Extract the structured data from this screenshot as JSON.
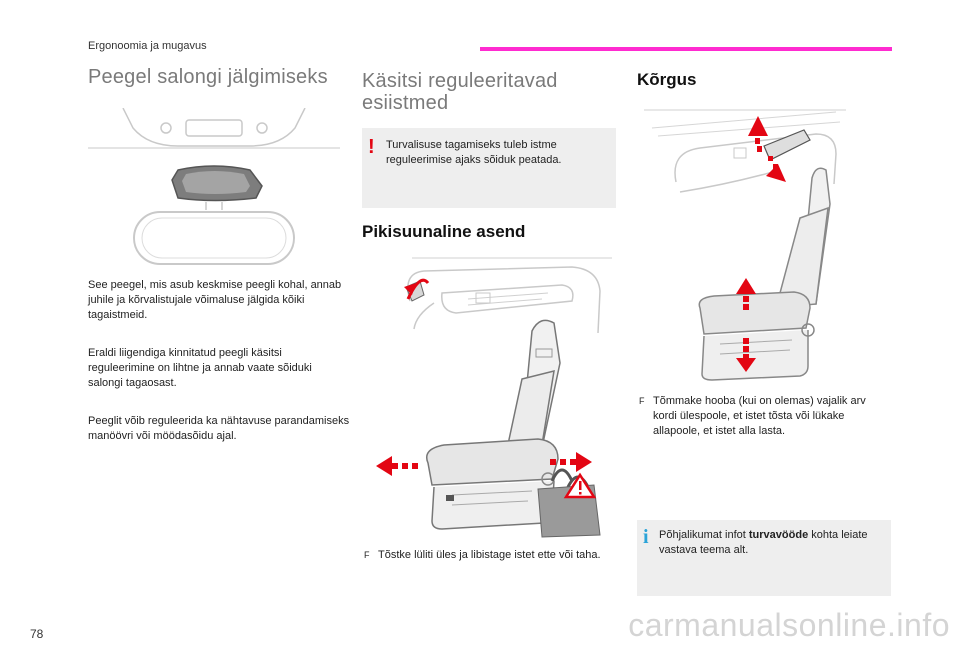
{
  "header": {
    "section": "Ergonoomia ja mugavus"
  },
  "page_number": "78",
  "watermark": "carmanualsonline.info",
  "col1": {
    "title": "Peegel salongi jälgimiseks",
    "paragraphs": [
      "See peegel, mis asub keskmise peegli kohal, annab juhile ja kõrvalistujale võimaluse jälgida kõiki tagaistmeid.",
      "Eraldi liigendiga kinnitatud peegli käsitsi reguleerimine on lihtne ja annab vaate sõiduki salongi tagaosast.",
      "Peeglit võib reguleerida ka nähtavuse parandamiseks manöövri või möödasõidu ajal."
    ]
  },
  "col2": {
    "title_line1": "Käsitsi reguleeritavad",
    "title_line2": "esiistmed",
    "warning": "Turvalisuse tagamiseks tuleb istme reguleerimise ajaks sõiduk peatada.",
    "subtitle": "Pikisuunaline asend",
    "bullet_symbol": "F",
    "bullet": "Tõstke lüliti üles ja libistage istet ette või taha."
  },
  "col3": {
    "subtitle": "Kõrgus",
    "bullet_symbol": "F",
    "bullet": "Tõmmake hooba (kui on olemas) vajalik arv kordi ülespoole, et istet tõsta või lükake allapoole, et istet alla lasta.",
    "info_prefix": "Põhjalikumat infot ",
    "info_bold": "turvavööde",
    "info_suffix": " kohta leiate vastava teema alt."
  },
  "icons": {
    "warning": "exclamation-icon",
    "info": "info-icon",
    "bullet": "arrow-bullet-icon"
  },
  "colors": {
    "accent": "#ff2bd0",
    "arrow": "#e30613",
    "warning": "#e30613",
    "info": "#2aa3d8",
    "title_grey": "#7a7a7a"
  }
}
